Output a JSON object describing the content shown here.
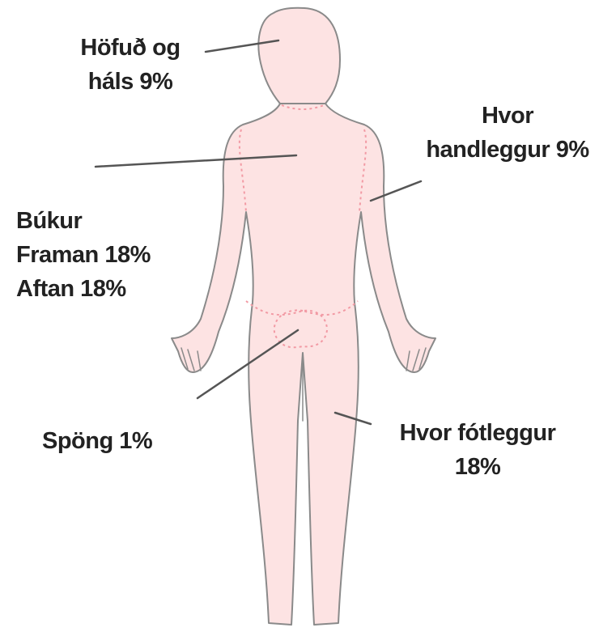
{
  "colors": {
    "skin": "#fde3e3",
    "outline": "#8a8a8a",
    "zone_border": "#f29aa4",
    "leader": "#555555",
    "text": "#222222"
  },
  "labels": {
    "head": {
      "line1": "Höfuð og",
      "line2": "háls 9%"
    },
    "arm": {
      "line1": "Hvor",
      "line2": "handleggur 9%"
    },
    "trunk": {
      "line1": "Búkur",
      "line2": "Framan 18%",
      "line3": "Aftan 18%"
    },
    "perineum": {
      "line1": "Spöng 1%"
    },
    "leg": {
      "line1": "Hvor fótleggur",
      "line2": "18%"
    }
  }
}
